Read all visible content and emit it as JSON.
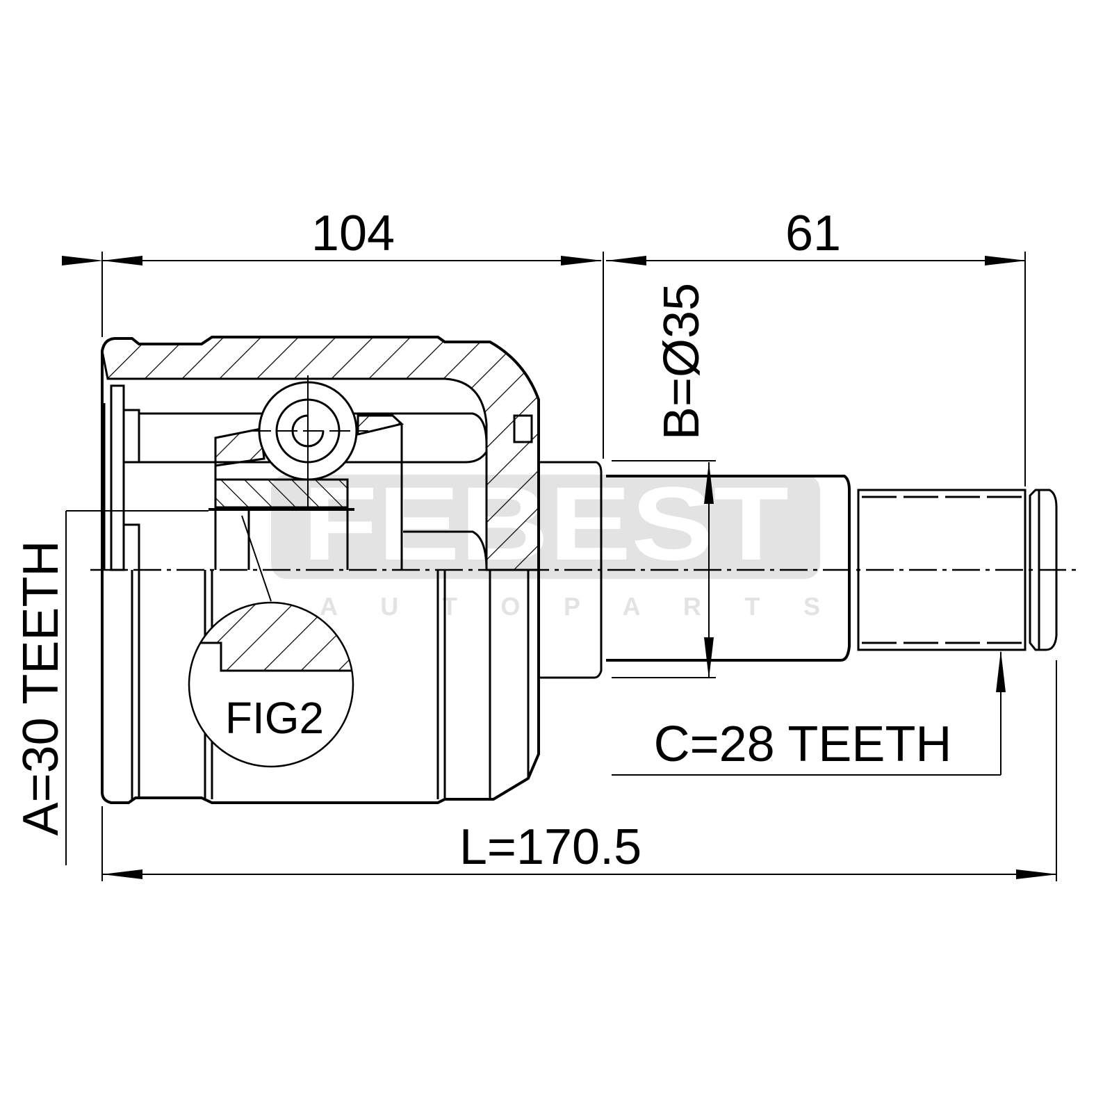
{
  "watermark": {
    "brand": "FEBEST",
    "subtitle": "A U T O   P A R T S"
  },
  "dimensions": {
    "housing_length": "104",
    "shaft_length": "61",
    "total_length": "L=170.5",
    "inner_spline": "A=30 TEETH",
    "seal_diameter": "B=Ø35",
    "outer_spline": "C=28 TEETH"
  },
  "detail_label": "FIG2",
  "colors": {
    "line": "#000000",
    "watermark": "#e3e3e3"
  }
}
